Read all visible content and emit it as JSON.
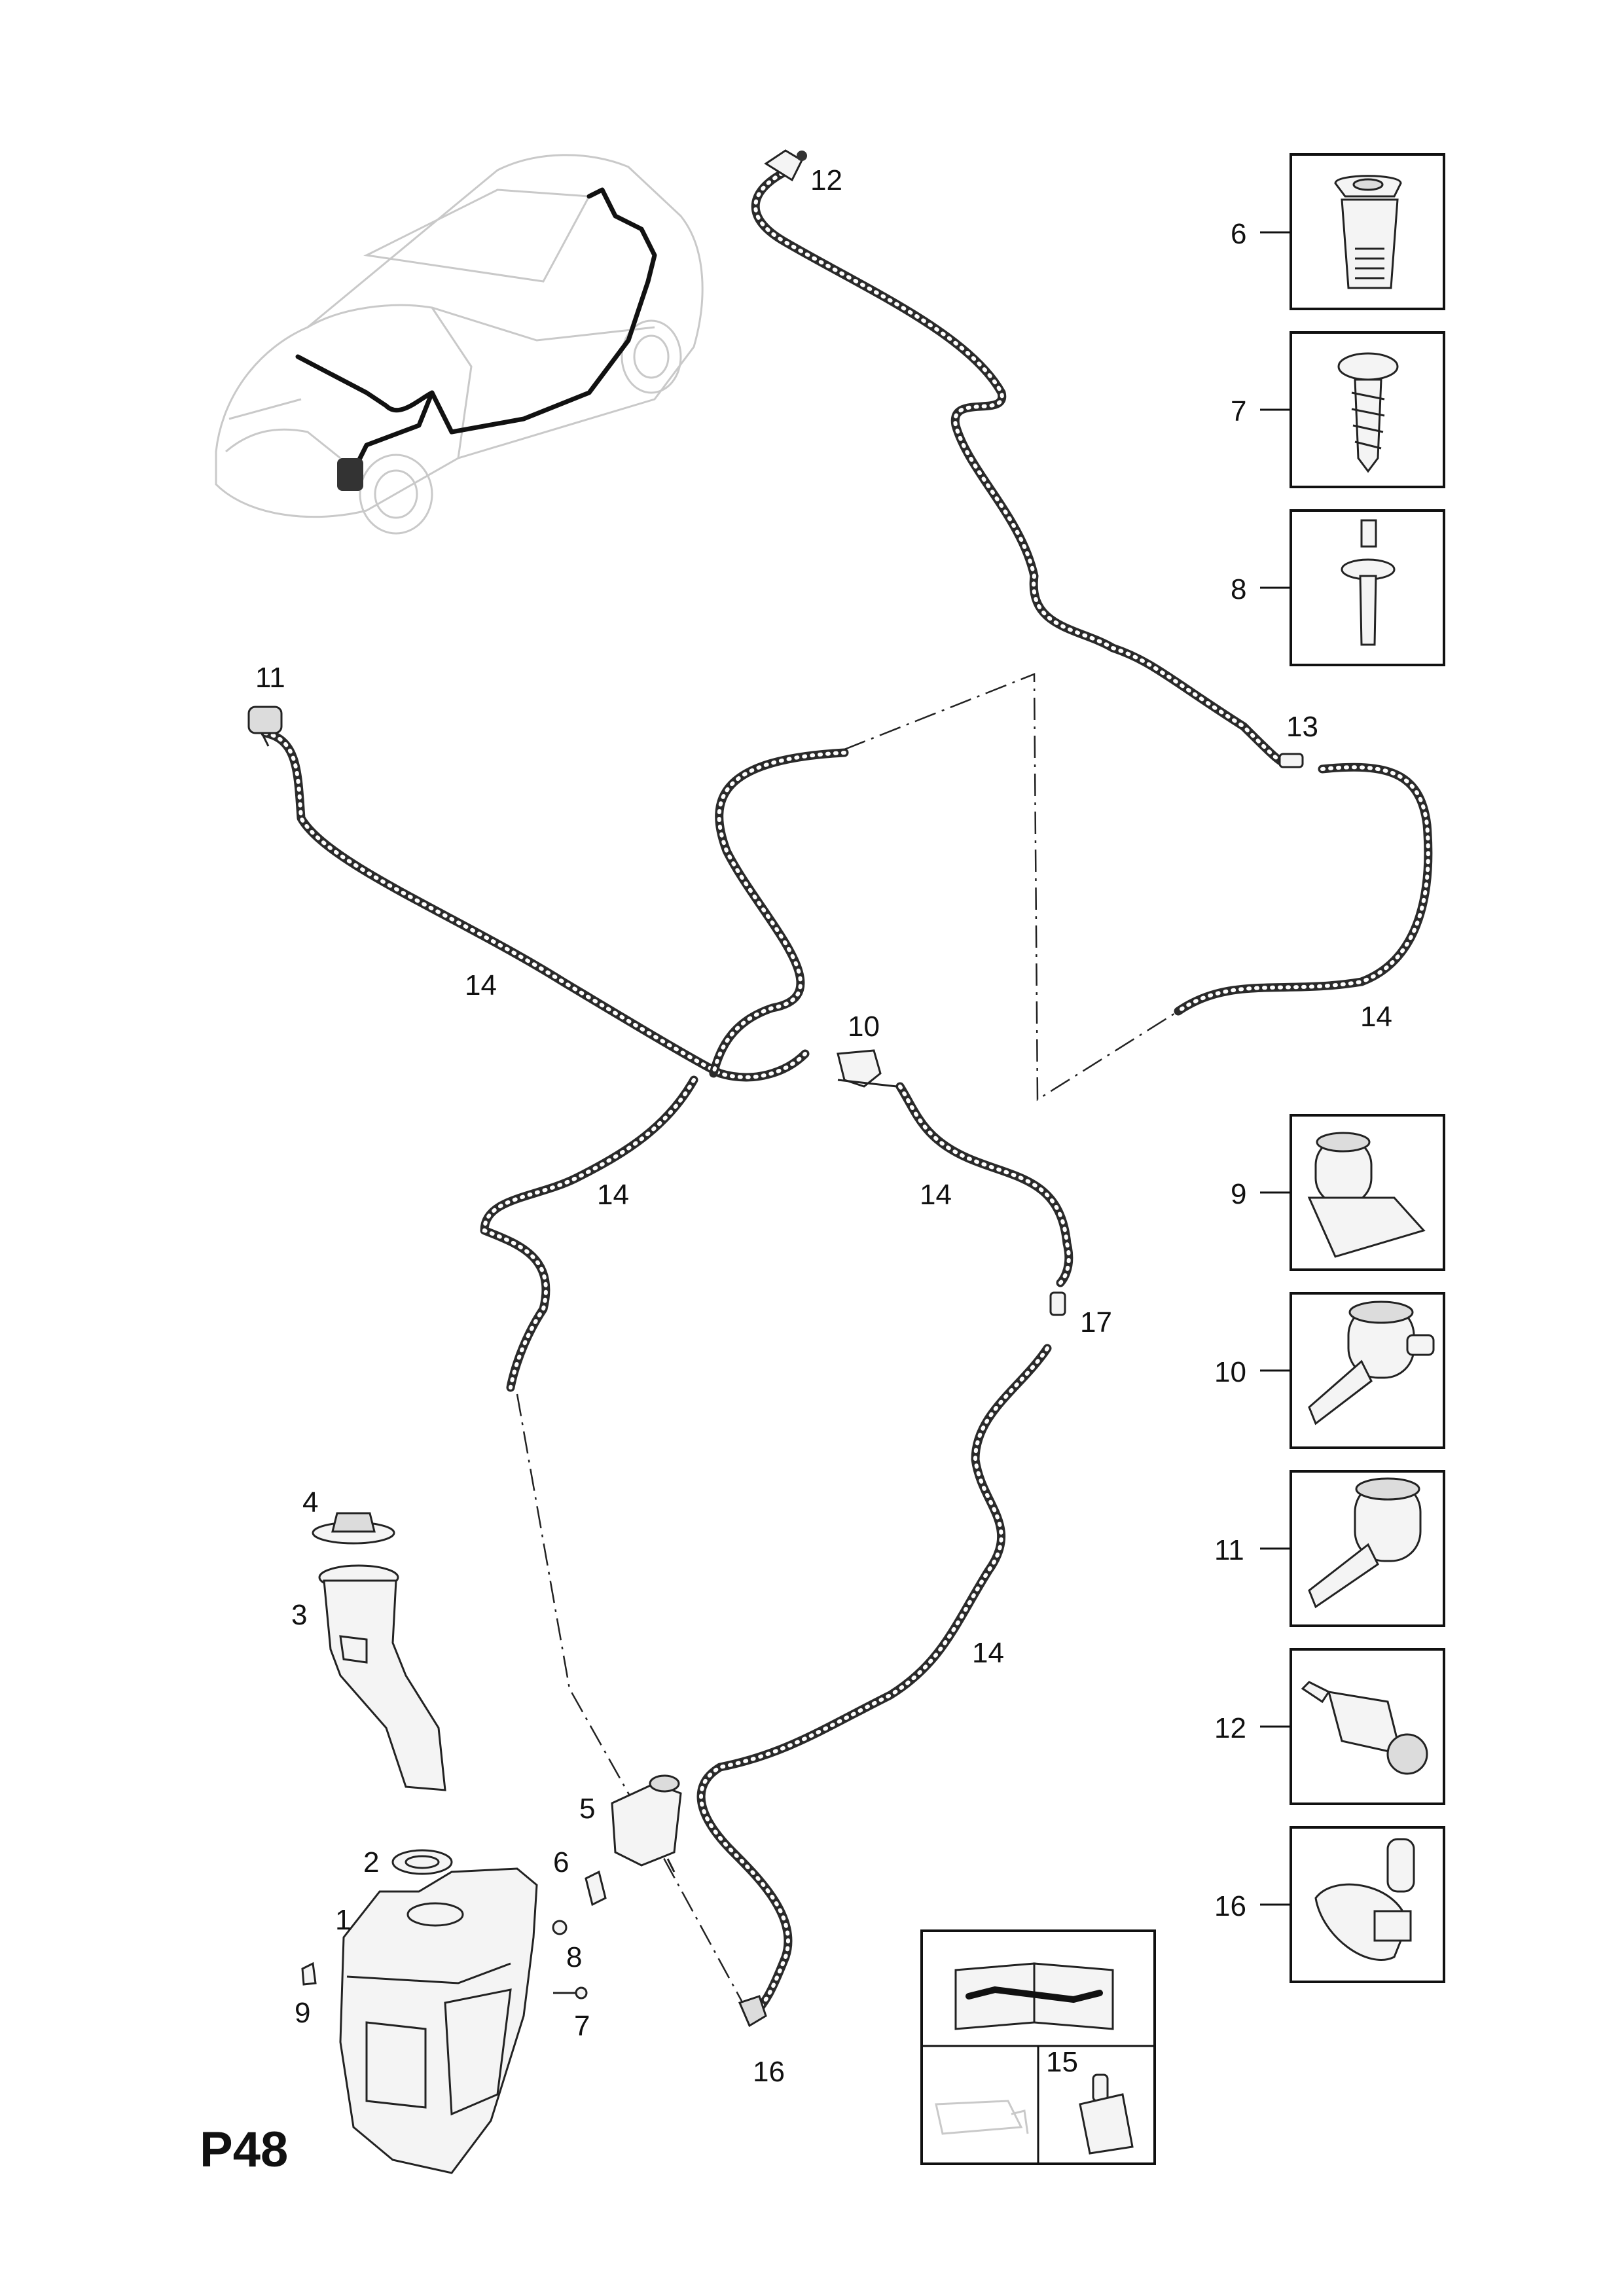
{
  "page": {
    "code": "P48"
  },
  "inset_labels": [
    "6",
    "7",
    "8",
    "9",
    "10",
    "11",
    "12",
    "16"
  ],
  "callouts": {
    "c1": "1",
    "c2": "2",
    "c3": "3",
    "c4": "4",
    "c5": "5",
    "c6": "6",
    "c7": "7",
    "c8": "8",
    "c9": "9",
    "c10": "10",
    "c11": "11",
    "c12": "12",
    "c13": "13",
    "c14a": "14",
    "c14b": "14",
    "c14c": "14",
    "c14d": "14",
    "c14e": "14",
    "c15": "15",
    "c16": "16",
    "c17": "17"
  },
  "icons": [
    "vehicle-overview-icon",
    "service-manual-icon",
    "fluid-icon",
    "sealant-bottle-icon"
  ]
}
